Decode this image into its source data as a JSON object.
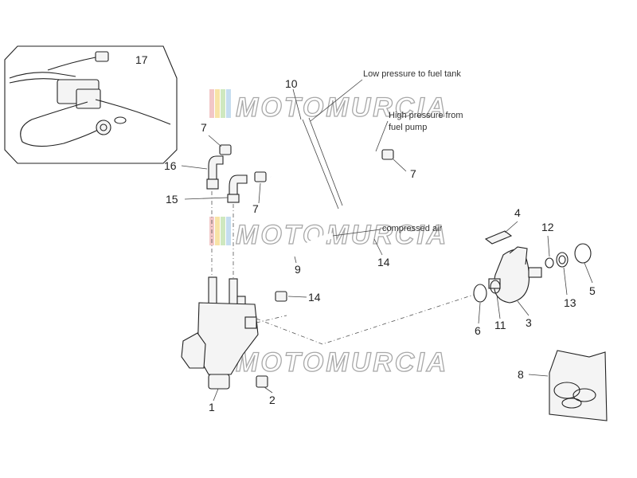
{
  "labels": {
    "p1": "1",
    "p2": "2",
    "p3": "3",
    "p4": "4",
    "p5": "5",
    "p6": "6",
    "p7a": "7",
    "p7b": "7",
    "p7c": "7",
    "p8": "8",
    "p9": "9",
    "p10": "10",
    "p11": "11",
    "p12": "12",
    "p13": "13",
    "p14a": "14",
    "p14b": "14",
    "p15": "15",
    "p16": "16",
    "p17": "17"
  },
  "annotations": {
    "low_pressure_line1": "Low pressure to fuel tank",
    "high_pressure_line1": "High pressure from",
    "high_pressure_line2": "fuel pump",
    "compressed_air": "compressed air"
  },
  "watermark": {
    "text": "MOTOMURCIA",
    "stripe_colors": [
      "#f2c7c7",
      "#f7e3a6",
      "#cfe8bf",
      "#c5ddf0"
    ]
  },
  "colors": {
    "line": "#222222",
    "watermark_outline": "#9a9a9a"
  }
}
